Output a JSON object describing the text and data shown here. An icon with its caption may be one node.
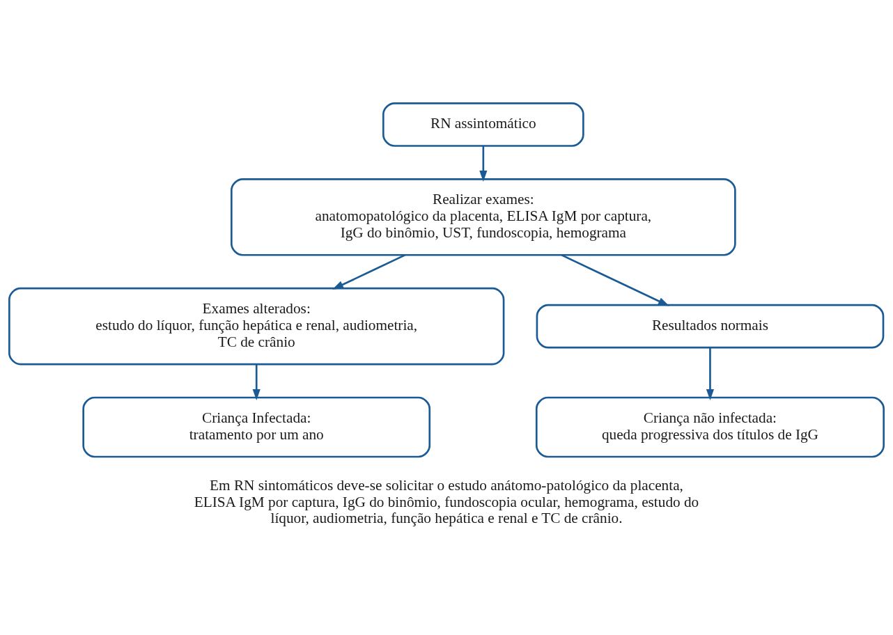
{
  "diagram": {
    "caption": "Em RN sintomáticos deve-se solicitar o estudo anátomo-patológico da placenta, ELISA IgM por captura, IgG do binômio, fundoscopia ocular, hemograma, estudo do líquor, audiometria, função hepática e renal e TC de crânio.",
    "nodes": [
      {
        "text": [
          "RN assintomático"
        ]
      },
      {
        "text": [
          "Realizar exames:",
          "anatomopatológico da placenta, ELISA IgM por captura, IgG do binômio, UST, fundoscopia, hemograma"
        ]
      },
      {
        "text": [
          "Exames alterados:",
          "estudo do líquor, função hepática e renal, audiometria, TC de crânio"
        ]
      },
      {
        "text": [
          "Resultados normais"
        ]
      },
      {
        "text": [
          "Criança Infectada:",
          "tratamento por um ano"
        ]
      },
      {
        "text": [
          "Criança não infectada:",
          "queda progressiva dos títulos de IgG"
        ]
      }
    ],
    "edges": [
      {
        "from": 0,
        "to": 1,
        "arrow": "to"
      },
      {
        "from": 1,
        "to": 2,
        "arrow": "to"
      },
      {
        "from": 1,
        "to": 3,
        "arrow": "to"
      },
      {
        "from": 2,
        "to": 4,
        "arrow": "to"
      },
      {
        "from": 3,
        "to": 5,
        "arrow": "to"
      }
    ]
  }
}
